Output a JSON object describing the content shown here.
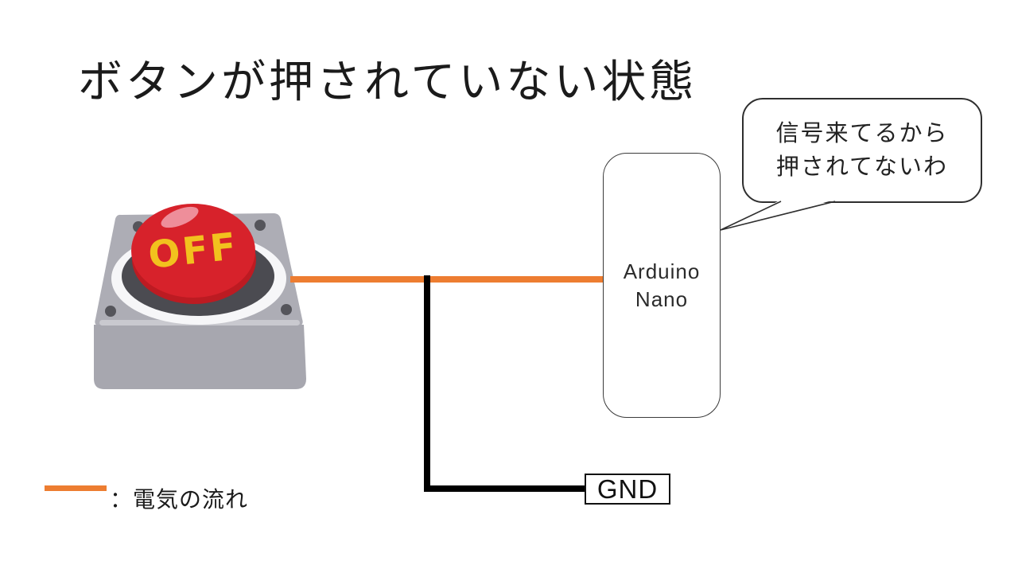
{
  "title": "ボタンが押されていない状態",
  "button": {
    "label": "OFF"
  },
  "speech_bubble": {
    "line1": "信号来てるから",
    "line2": "押されてないわ"
  },
  "arduino_box": {
    "line1": "Arduino",
    "line2": "Nano"
  },
  "gnd_box": {
    "label": "GND"
  },
  "legend": {
    "label": "：電気の流れ"
  },
  "colors": {
    "signal_wire_orange": "#ED7D31",
    "ground_wire_black": "#000000",
    "button_red": "#D7222B",
    "button_red_shadow": "#BC1B22",
    "button_label_yellow": "#F2C11E",
    "button_base_gray": "#ADADB5",
    "button_highlight_pink": "#EE8E9A"
  }
}
